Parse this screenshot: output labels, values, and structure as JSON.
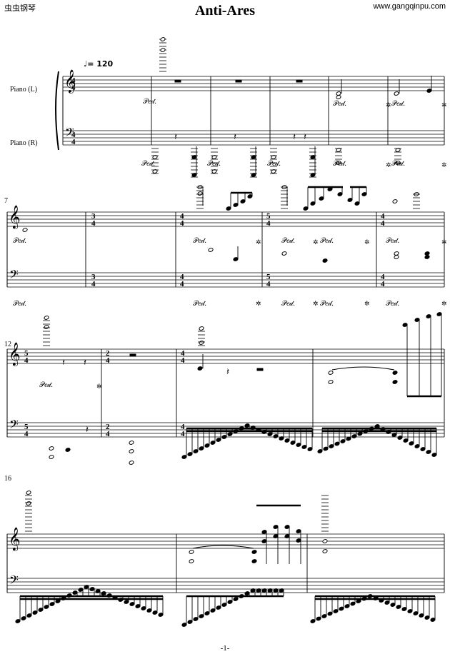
{
  "header": {
    "site_left": "虫虫钢琴",
    "title": "Anti-Ares",
    "site_right": "www.gangqinpu.com"
  },
  "tempo": "♩= 120",
  "instruments": {
    "upper": "Piano (L)",
    "lower": "Piano (R)"
  },
  "measure_numbers": [
    "7",
    "12",
    "16"
  ],
  "time_signatures": [
    "4/4",
    "3/4",
    "4/4",
    "5/4",
    "4/4",
    "5/4",
    "2/4",
    "4/4"
  ],
  "pedal_mark": "Ped.",
  "page_number": "-1-"
}
